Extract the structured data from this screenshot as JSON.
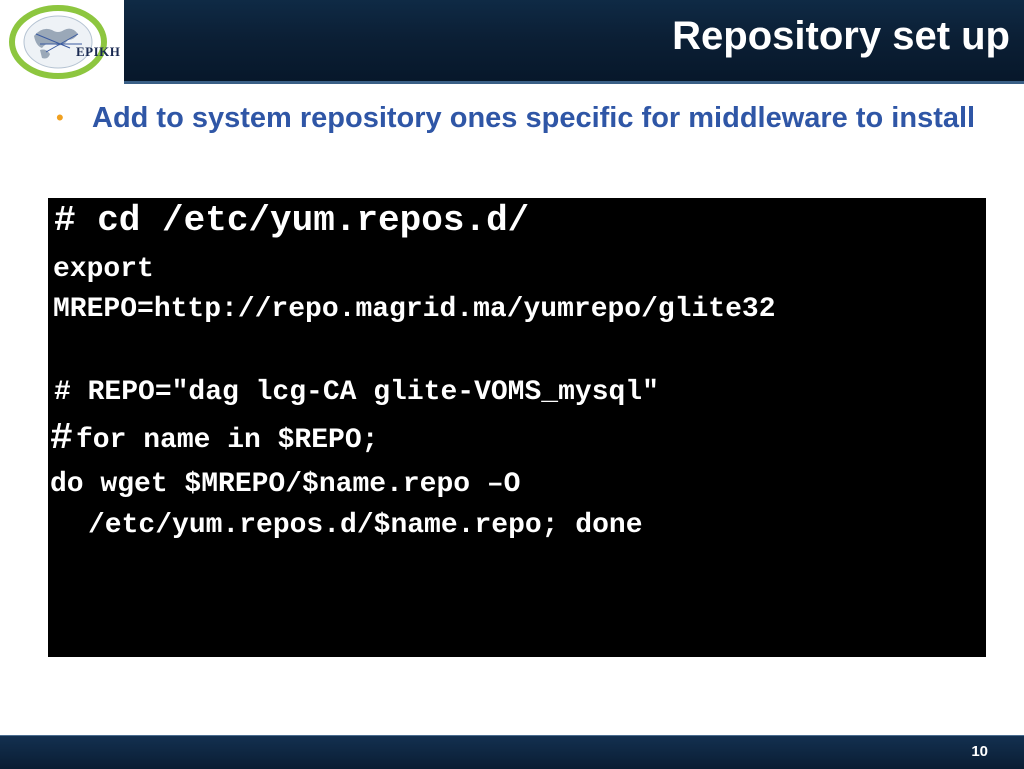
{
  "header": {
    "title": "Repository set up",
    "logo_text": "EPIKH"
  },
  "bullet": {
    "text": "Add to system repository ones specific for middleware to install"
  },
  "code": {
    "line1": "# cd /etc/yum.repos.d/",
    "line2": "export",
    "line3": "MREPO=http://repo.magrid.ma/yumrepo/glite32",
    "line4": "# REPO=\"dag lcg-CA glite-VOMS_mysql\"",
    "line5_hash": "#",
    "line5": " for name in $REPO;",
    "line6": "do wget $MREPO/$name.repo –O",
    "line7": "/etc/yum.repos.d/$name.repo; done"
  },
  "footer": {
    "page_number": "10"
  },
  "colors": {
    "header_bg": "#0b1f35",
    "bullet_text": "#2f56a6",
    "bullet_dot": "#f0a020",
    "code_bg": "#000000"
  }
}
